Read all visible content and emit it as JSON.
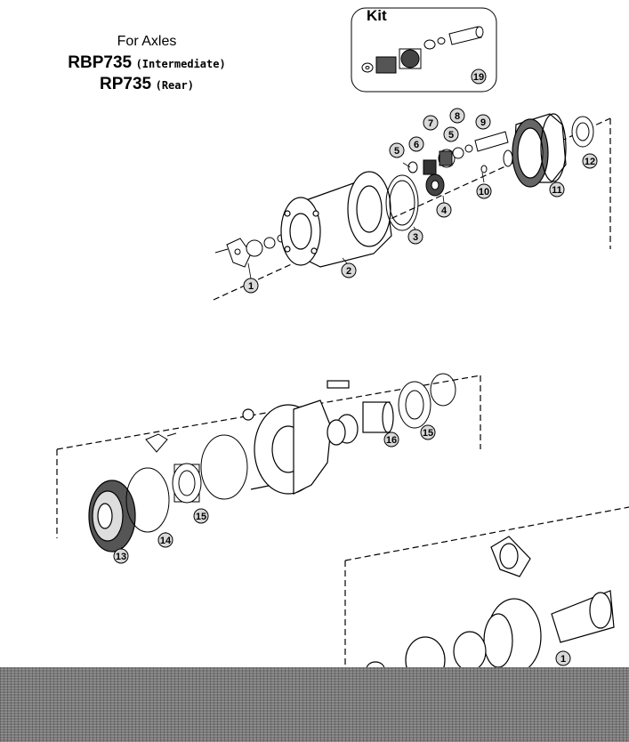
{
  "header": {
    "for_axles": "For Axles",
    "model_1": "RBP735",
    "note_1": "(Intermediate)",
    "model_2": "RP735",
    "note_2": "(Rear)"
  },
  "kit": {
    "title": "Kit",
    "number": "19"
  },
  "callouts": [
    "1",
    "2",
    "3",
    "4",
    "5",
    "5",
    "6",
    "7",
    "8",
    "9",
    "10",
    "11",
    "12",
    "13",
    "14",
    "15",
    "15",
    "16",
    "1"
  ],
  "colors": {
    "line": "#000000",
    "callout_fill": "#d9d9d9",
    "gear_fill": "#666666",
    "band": "#7a7a7a"
  }
}
